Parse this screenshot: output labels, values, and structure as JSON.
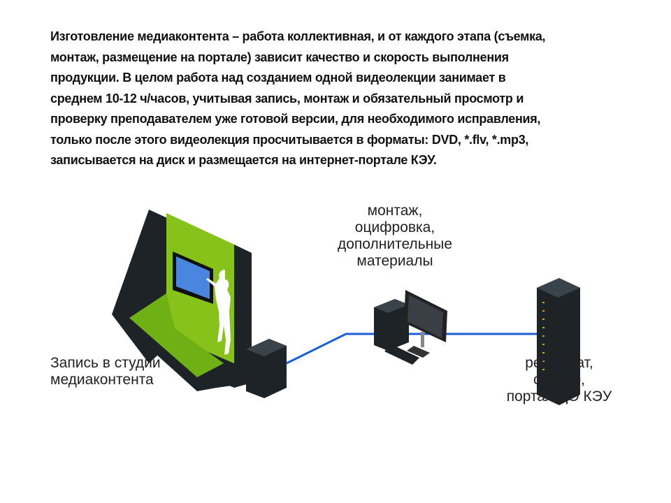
{
  "paragraph": {
    "lines": [
      "Изготовление медиаконтента – работа коллективная, и от каждого этапа (съемка,",
      "монтаж, размещение на портале) зависит качество и скорость выполнения",
      "продукции.  В целом работа над созданием одной видеолекции занимает в",
      "среднем 10-12  ч/часов, учитывая запись, монтаж и обязательный просмотр и",
      "проверку преподавателем уже готовой версии, для необходимого исправления,",
      "только после этого видеолекция просчитывается в форматы: DVD, *.flv, *.mp3,",
      "записывается на диск и размещается на интернет-портале КЭУ."
    ]
  },
  "diagram": {
    "studio_label": [
      "Запись в студии",
      "медиаконтента"
    ],
    "editing_label": [
      "монтаж,",
      "оцифровка,",
      "дополнительные",
      "материалы"
    ],
    "server_label": [
      "результат,",
      "сервер,",
      "портал ДО КЭУ"
    ],
    "colors": {
      "green": "#86c21a",
      "dark": "#1e2328",
      "link": "#1a5fd8",
      "screen": "#4a86e0"
    }
  }
}
